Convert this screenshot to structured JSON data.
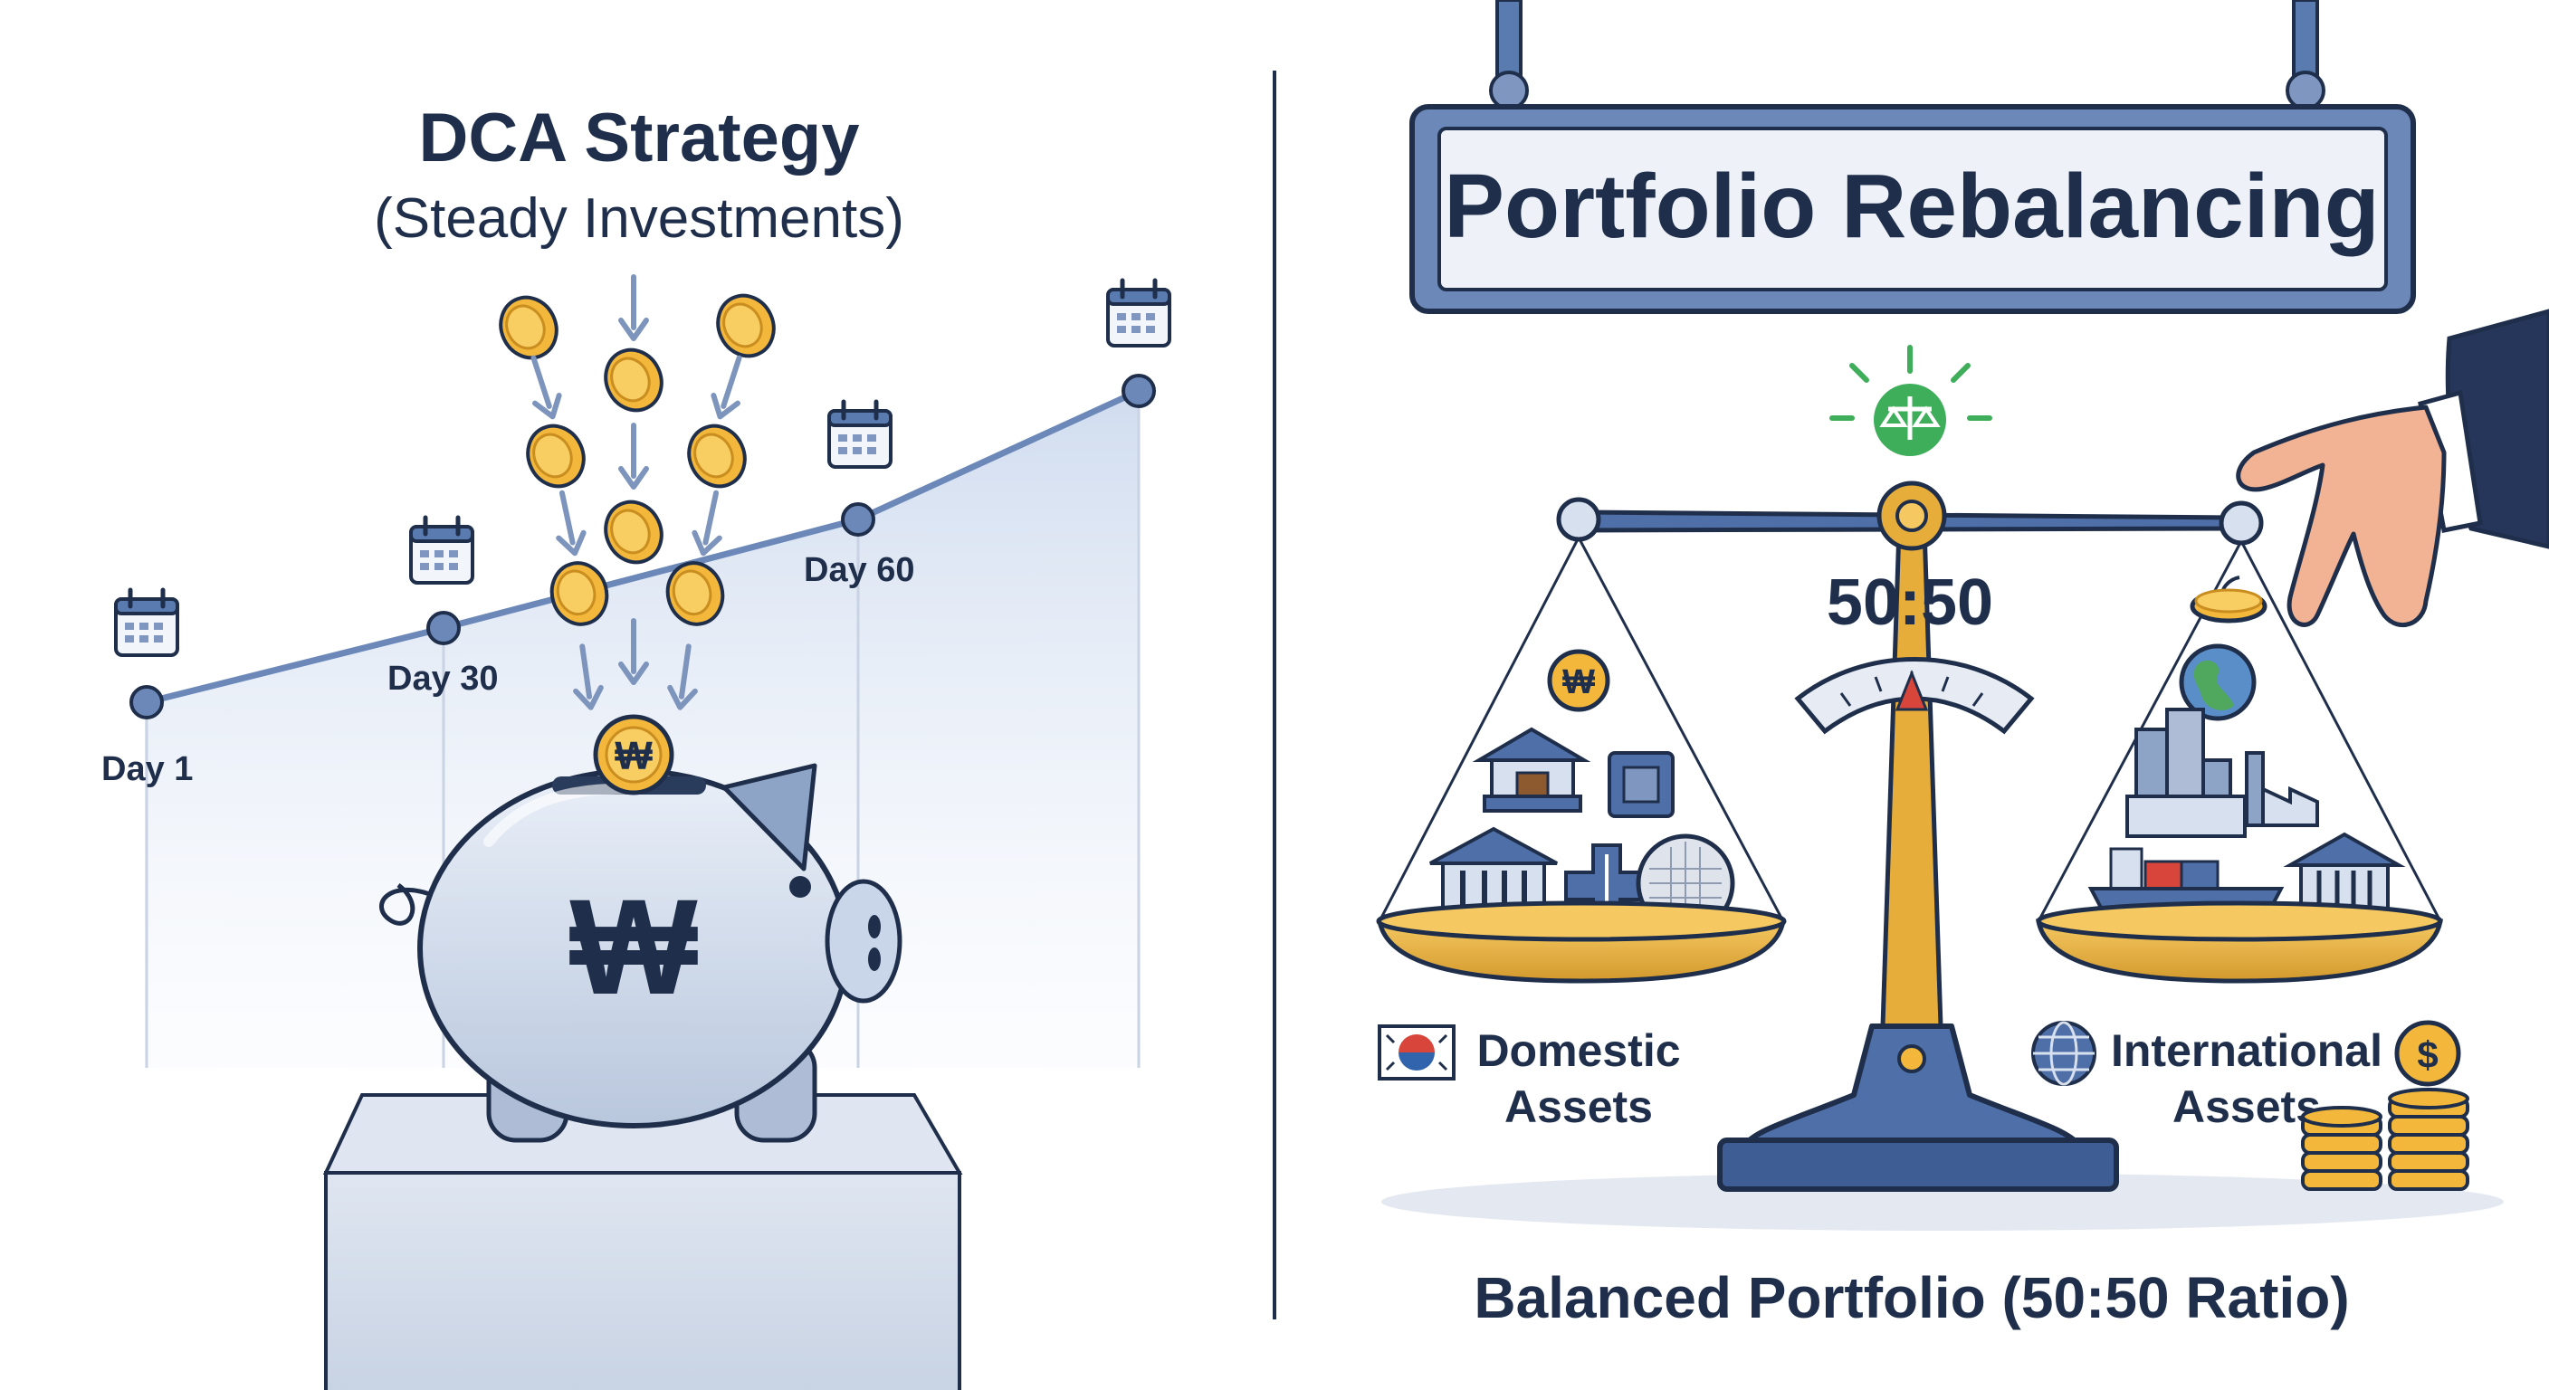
{
  "left_panel": {
    "title": "DCA Strategy",
    "subtitle": "(Steady Investments)",
    "timeline_labels": [
      "Day 1",
      "Day 30",
      "Day 60"
    ],
    "piggy_symbol": "₩",
    "coin_symbol": "₩",
    "icons": [
      "calendar-icon",
      "coin-icon",
      "down-arrow-icon",
      "piggy-bank-icon"
    ]
  },
  "right_panel": {
    "sign_title": "Portfolio Rebalancing",
    "ratio_label": "50:50",
    "left_pan_label_line1": "Domestic",
    "left_pan_label_line2": "Assets",
    "right_pan_label_line1": "International",
    "right_pan_label_line2": "Assets",
    "won_coin_symbol": "₩",
    "dollar_coin_symbol": "$",
    "caption": "Balanced Portfolio (50:50 Ratio)",
    "icons": [
      "balance-scale-icon",
      "hand-icon",
      "korea-flag-icon",
      "globe-icon",
      "dollar-coin-icon",
      "won-coin-icon",
      "gauge-icon"
    ]
  },
  "colors": {
    "navy": "#1f2f4b",
    "steel_blue": "#5a7bb0",
    "gold": "#f0b63a",
    "green": "#3fae5b",
    "red": "#d8453a"
  }
}
